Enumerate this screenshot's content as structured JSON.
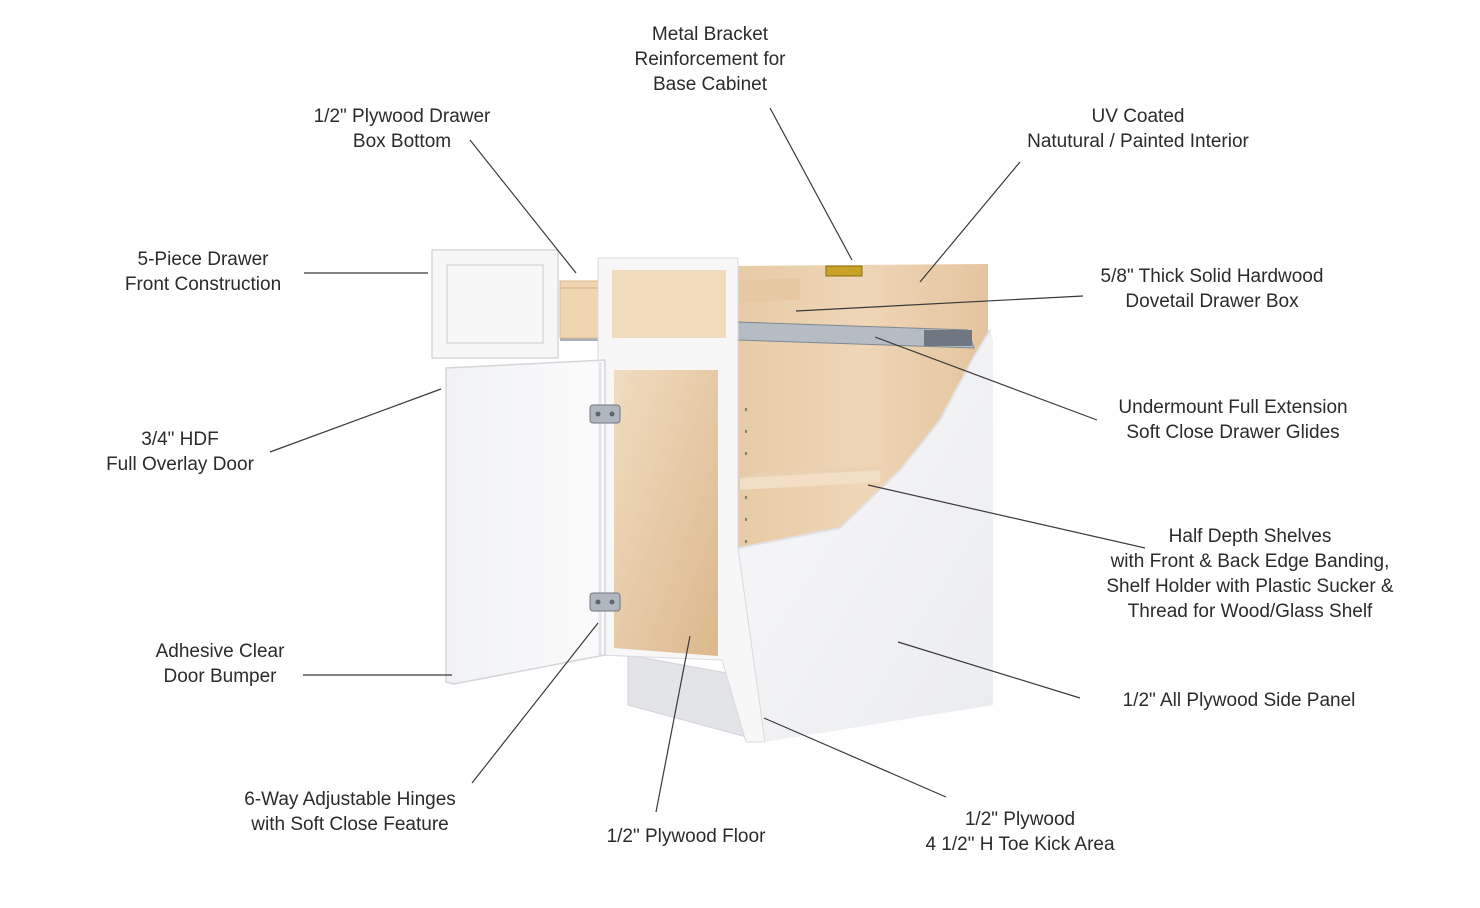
{
  "colors": {
    "text": "#2b2b2b",
    "leader": "#3a3a3a",
    "white_panel": "#f6f6f7",
    "panel_shade": "#e6e7ea",
    "wood_light": "#efd9bc",
    "wood_mid": "#e3c39c",
    "wood_dark": "#d4ad7f",
    "metal": "#9aa3ad",
    "brass": "#c9a227"
  },
  "labels": {
    "metal_bracket": [
      "Metal Bracket",
      "Reinforcement for",
      "Base Cabinet"
    ],
    "drawer_bottom": [
      "1/2\" Plywood Drawer",
      "Box Bottom"
    ],
    "uv_coated": [
      "UV Coated",
      "Natutural / Painted Interior"
    ],
    "drawer_front": [
      "5-Piece Drawer",
      "Front Construction"
    ],
    "drawer_box": [
      "5/8\" Thick Solid Hardwood",
      "Dovetail Drawer Box"
    ],
    "hdf_door": [
      "3/4\" HDF",
      "Full Overlay Door"
    ],
    "glides": [
      "Undermount Full Extension",
      "Soft Close Drawer Glides"
    ],
    "shelves": [
      "Half Depth Shelves",
      "with Front & Back Edge Banding,",
      "Shelf Holder with Plastic Sucker &",
      "Thread for Wood/Glass Shelf"
    ],
    "door_bumper": [
      "Adhesive Clear",
      "Door Bumper"
    ],
    "side_panel": [
      "1/2\" All Plywood Side Panel"
    ],
    "hinges": [
      "6-Way Adjustable Hinges",
      "with Soft Close Feature"
    ],
    "floor": [
      "1/2\" Plywood Floor"
    ],
    "toe_kick": [
      "1/2\" Plywood",
      "4 1/2\" H Toe Kick Area"
    ]
  }
}
